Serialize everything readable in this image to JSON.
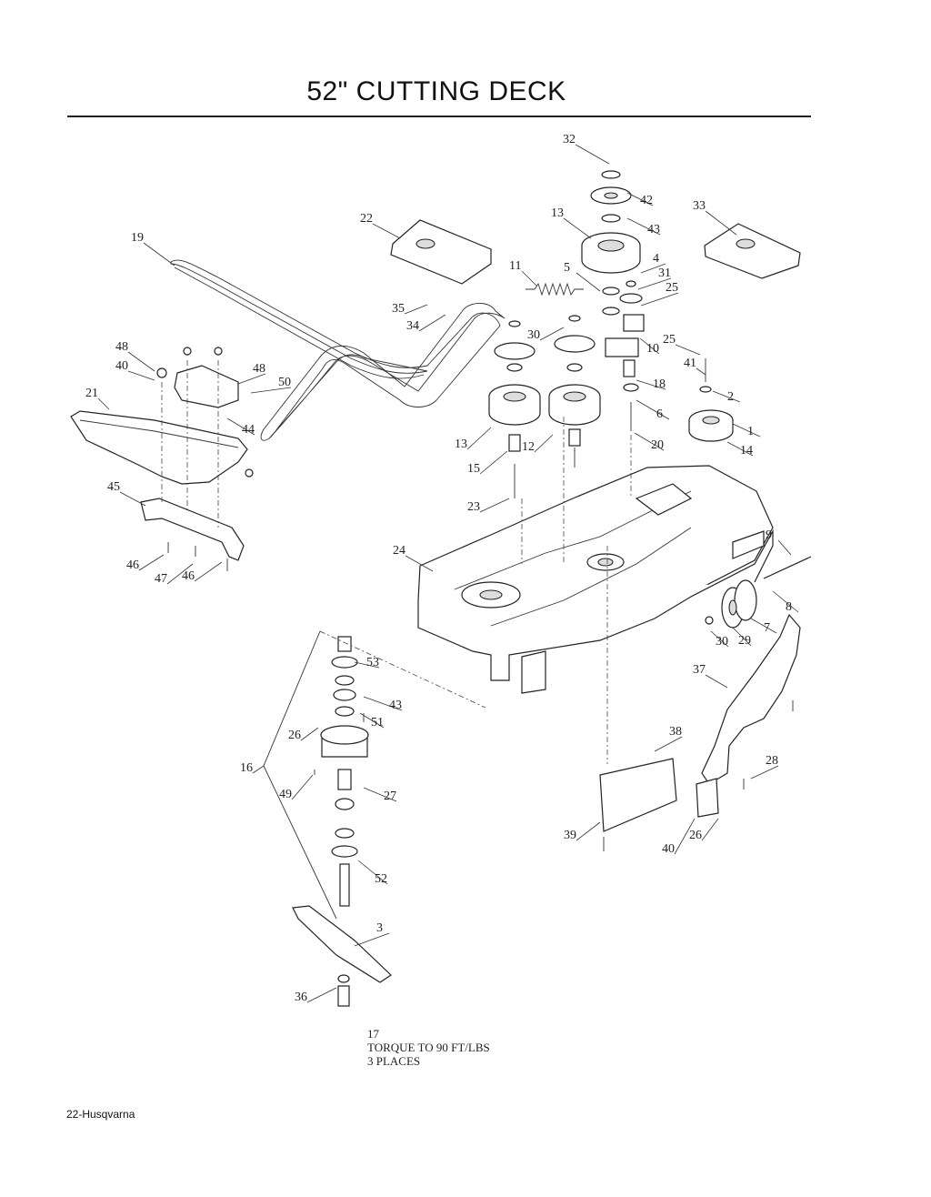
{
  "title": "52\" CUTTING DECK",
  "footer": "22-Husqvarna",
  "note_lines": [
    "17",
    "TORQUE TO 90 FT/LBS",
    "3 PLACES"
  ],
  "callouts": [
    "32",
    "42",
    "43",
    "13",
    "33",
    "22",
    "19",
    "11",
    "4",
    "5",
    "31",
    "25",
    "35",
    "34",
    "30",
    "10",
    "25",
    "48",
    "41",
    "40",
    "48",
    "18",
    "2",
    "50",
    "21",
    "44",
    "6",
    "1",
    "13",
    "12",
    "20",
    "14",
    "15",
    "23",
    "45",
    "9",
    "24",
    "8",
    "46",
    "47",
    "46",
    "7",
    "30",
    "29",
    "53",
    "37",
    "43",
    "51",
    "26",
    "38",
    "28",
    "16",
    "27",
    "49",
    "39",
    "40",
    "26",
    "52",
    "3",
    "36"
  ]
}
